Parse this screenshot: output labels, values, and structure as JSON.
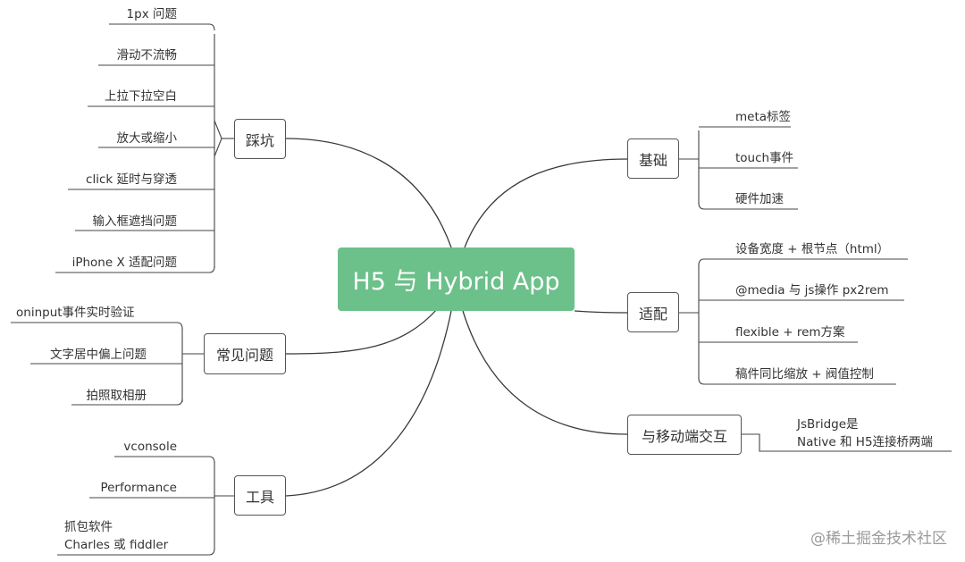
{
  "central": {
    "label": "H5 与 Hybrid App"
  },
  "branches": {
    "caikeng": {
      "label": "踩坑",
      "leaves": [
        "1px 问题",
        "滑动不流畅",
        "上拉下拉空白",
        "放大或缩小",
        "click 延时与穿透",
        "输入框遮挡问题",
        "iPhone X 适配问题"
      ]
    },
    "changjian": {
      "label": "常见问题",
      "leaves": [
        "oninput事件实时验证",
        "文字居中偏上问题",
        "拍照取相册"
      ]
    },
    "gongju": {
      "label": "工具",
      "leaves": [
        "vconsole",
        "Performance"
      ],
      "multi_leaf": {
        "line1": "抓包软件",
        "line2": "Charles 或  fiddler"
      }
    },
    "jichu": {
      "label": "基础",
      "leaves": [
        "meta标签",
        "touch事件",
        "硬件加速"
      ]
    },
    "shipei": {
      "label": "适配",
      "leaves": [
        "设备宽度 + 根节点（html）",
        "@media 与  js操作 px2rem",
        "flexible + rem方案",
        "稿件同比缩放 + 阀值控制"
      ]
    },
    "jiaohu": {
      "label": "与移动端交互",
      "multi_leaf": {
        "line1": "JsBridge是",
        "line2": "Native 和  H5连接桥两端"
      }
    }
  },
  "watermark": "@稀土掘金技术社区",
  "colors": {
    "central_fill": "#6cc08a",
    "central_text": "#ffffff",
    "line": "#444444",
    "watermark": "#9a9a9a"
  }
}
